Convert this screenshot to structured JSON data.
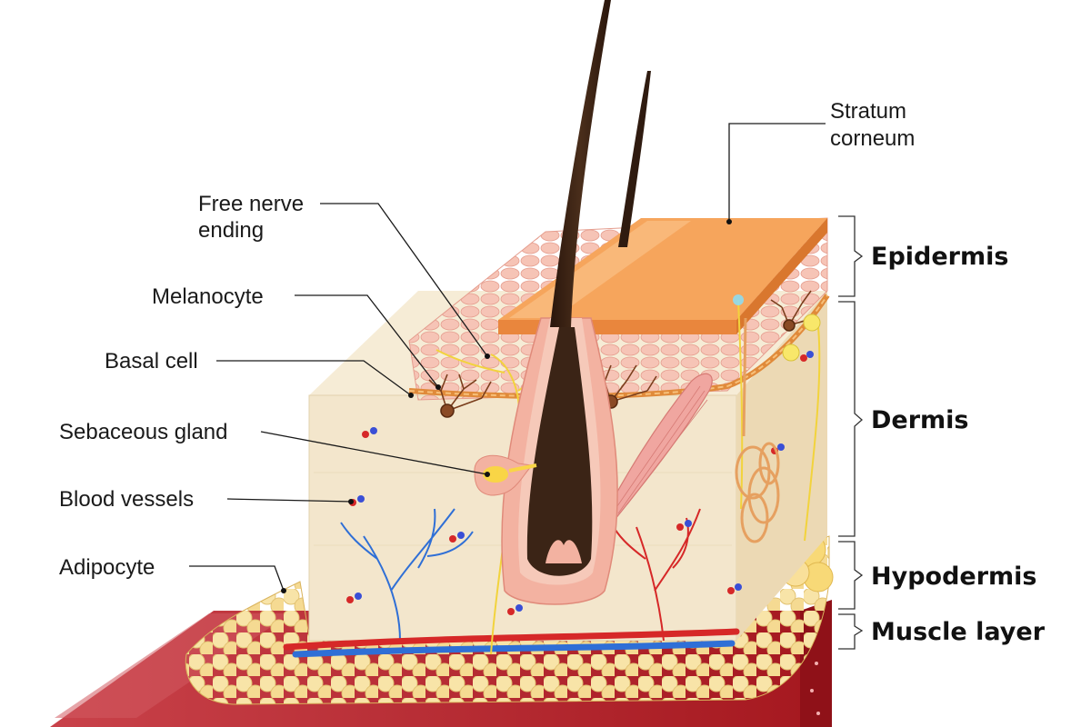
{
  "diagram": {
    "labels": {
      "stratum_corneum": [
        "Stratum",
        "corneum"
      ],
      "free_nerve_ending": [
        "Free nerve",
        "ending"
      ],
      "melanocyte": "Melanocyte",
      "basal_cell": "Basal cell",
      "sebaceous_gland": "Sebaceous gland",
      "blood_vessels": "Blood vessels",
      "adipocyte": "Adipocyte"
    },
    "layers": {
      "epidermis": "Epidermis",
      "dermis": "Dermis",
      "hypodermis": "Hypodermis",
      "muscle": "Muscle layer"
    }
  },
  "colors": {
    "dermis": "#f3e6cc",
    "dermis_side": "#ecd9b4",
    "epidermis_pink": "#f2b7a4",
    "stratum_corneum": "#f6a55c",
    "hair": "#3b2416",
    "fat": "#f6dd93",
    "muscle": "#b5202a",
    "artery": "#d62828",
    "vein": "#2f6fd6",
    "nerve": "#f2d33c"
  }
}
